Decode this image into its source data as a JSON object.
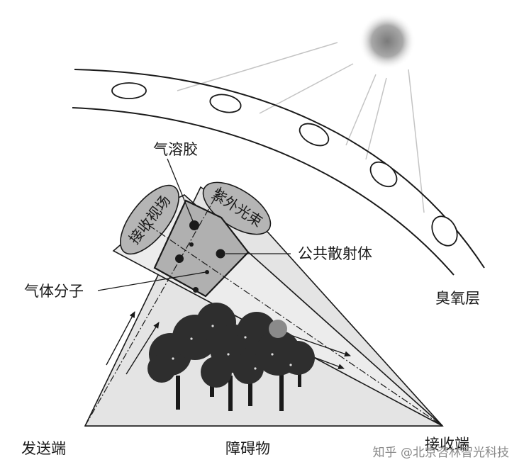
{
  "labels": {
    "aerosol": "气溶胶",
    "uv_beam": "紫外光束",
    "receive_fov": "接收视场",
    "common_scatterer": "公共散射体",
    "gas_molecule": "气体分子",
    "ozone_layer": "臭氧层",
    "transmitter": "发送端",
    "obstacle": "障碍物",
    "receiver": "接收端"
  },
  "watermark": "知乎 @北京咨林智光科技",
  "colors": {
    "ink": "#1a1a1a",
    "beam_fill": "#e4e4e4",
    "cone_cap": "#b5b5b5",
    "scatter_volume": "#b0b0b0",
    "tree_foliage": "#2e2e2e"
  }
}
